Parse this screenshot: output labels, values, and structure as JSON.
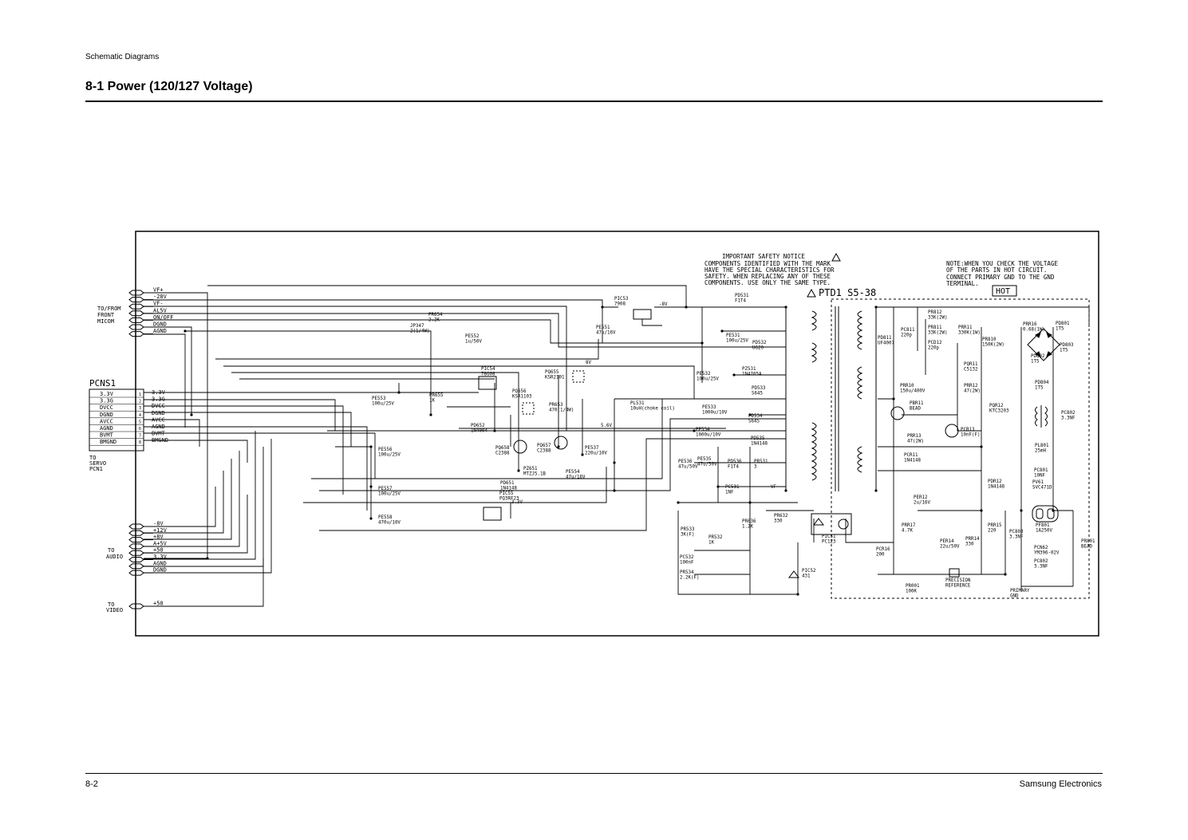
{
  "header": {
    "section": "Schematic Diagrams",
    "title": "8-1  Power (120/127 Voltage)"
  },
  "footer": {
    "page": "8-2",
    "company": "Samsung Electronics"
  },
  "notices": {
    "safety": [
      "IMPORTANT SAFETY NOTICE",
      "COMPONENTS IDENTIFIED WITH THE MARK",
      "HAVE THE SPECIAL CHARACTERISTICS FOR",
      "SAFETY. WHEN REPLACING ANY OF THESE",
      "COMPONENTS. USE ONLY THE SAME TYPE."
    ],
    "hot_note": [
      "NOTE:WHEN YOU CHECK THE VOLTAGE",
      "OF THE PARTS IN HOT CIRCUIT.",
      "CONNECT PRIMARY GND TO THE GND",
      "TERMINAL."
    ],
    "hot_label": "HOT"
  },
  "transformer": {
    "name": "PTD1 S5-38"
  },
  "connectors": {
    "front": {
      "label": [
        "TO/FROM",
        "FRONT",
        "MICOM"
      ],
      "pins": [
        "VF+",
        "-28V",
        "VF-",
        "AL5V",
        "ON/OFF",
        "DGND",
        "AGND"
      ]
    },
    "pcns1": {
      "name": "PCNS1",
      "pins": [
        "3.3V",
        "3.3G",
        "DVCC",
        "DGND",
        "AVCC",
        "AGND",
        "BVMT",
        "BMGND"
      ],
      "nums": [
        "1",
        "2",
        "3",
        "4",
        "5",
        "6",
        "7",
        "8"
      ],
      "right_labels": [
        "3.3V",
        "3.3G",
        "DVCC",
        "DGND",
        "AVCC",
        "AGND",
        "BVMT",
        "BMGND"
      ],
      "to": [
        "TO",
        "SERVO",
        "PCN1"
      ]
    },
    "audio": {
      "label": [
        "TO",
        "AUDIO"
      ],
      "pins": [
        "-8V",
        "+12V",
        "+8V",
        "A+5V",
        "+50",
        "3.3V",
        "AGND",
        "DGND"
      ]
    },
    "video": {
      "label": [
        "TO",
        "VIDEO"
      ],
      "pins": [
        "+50"
      ]
    }
  },
  "parts": [
    {
      "t": [
        "PIC53",
        "7908"
      ]
    },
    {
      "t": [
        "-8V"
      ]
    },
    {
      "t": [
        "PR654",
        "2.2K"
      ]
    },
    {
      "t": [
        "PE552",
        "1u/50V"
      ]
    },
    {
      "t": [
        "PE551",
        "47u/16V"
      ]
    },
    {
      "t": [
        "JP347",
        "2(1/4W)"
      ]
    },
    {
      "t": [
        "PIC54",
        "78G08"
      ]
    },
    {
      "t": [
        "8V"
      ]
    },
    {
      "t": [
        "PQ655",
        "KSR2101"
      ]
    },
    {
      "t": [
        "PE553",
        "100u/25V"
      ]
    },
    {
      "t": [
        "PR655",
        "1K"
      ]
    },
    {
      "t": [
        "PQ656",
        "KSR1103"
      ]
    },
    {
      "t": [
        "PR653",
        "470(1/4W)"
      ]
    },
    {
      "t": [
        "PD652",
        "1N4004"
      ]
    },
    {
      "t": [
        "PQ658",
        "C2388"
      ]
    },
    {
      "t": [
        "PQ657",
        "C2388"
      ]
    },
    {
      "t": [
        "PE537",
        "220u/10V"
      ]
    },
    {
      "t": [
        "5.6V"
      ]
    },
    {
      "t": [
        "PE556",
        "100u/25V"
      ]
    },
    {
      "t": [
        "PZ651",
        "MTZJ5.1B"
      ]
    },
    {
      "t": [
        "PE554",
        "47u/16V"
      ]
    },
    {
      "t": [
        "PD651",
        "1N4148"
      ]
    },
    {
      "t": [
        "PE557",
        "100u/25V"
      ]
    },
    {
      "t": [
        "PIC55",
        "PQ3RF23"
      ]
    },
    {
      "t": [
        "3.3V"
      ]
    },
    {
      "t": [
        "PE558",
        "470u/10V"
      ]
    },
    {
      "t": [
        "PD531",
        "F1T4"
      ]
    },
    {
      "t": [
        "PE531",
        "100u/25V"
      ]
    },
    {
      "t": [
        "PD532",
        "UG20"
      ]
    },
    {
      "t": [
        "PE532",
        "100u/25V"
      ]
    },
    {
      "t": [
        "PZ531",
        "1N4705A"
      ]
    },
    {
      "t": [
        "PD533",
        "S645"
      ]
    },
    {
      "t": [
        "PE533",
        "1000u/10V"
      ]
    },
    {
      "t": [
        "PL531",
        "10uH(choke coil)"
      ]
    },
    {
      "t": [
        "PD534",
        "S645"
      ]
    },
    {
      "t": [
        "PE534",
        "1000u/10V"
      ]
    },
    {
      "t": [
        "PD535",
        "1N4148"
      ]
    },
    {
      "t": [
        "PE535",
        "47u/50V"
      ]
    },
    {
      "t": [
        "PD536",
        "F1T4"
      ]
    },
    {
      "t": [
        "PR531",
        "3"
      ]
    },
    {
      "t": [
        "PC531",
        "1NF"
      ]
    },
    {
      "t": [
        "VF-"
      ]
    },
    {
      "t": [
        "PE536",
        "47u/50V"
      ]
    },
    {
      "t": [
        "PR533",
        "3K(F)"
      ]
    },
    {
      "t": [
        "PR532",
        "1K"
      ]
    },
    {
      "t": [
        "PC532",
        "100nF"
      ]
    },
    {
      "t": [
        "PR534",
        "2.2K(F)"
      ]
    },
    {
      "t": [
        "PR636",
        "1.2K"
      ]
    },
    {
      "t": [
        "PR632",
        "330"
      ]
    },
    {
      "t": [
        "PIC52",
        "431"
      ]
    },
    {
      "t": [
        "PIC51",
        "PC123"
      ]
    },
    {
      "t": [
        "PR812",
        "33K(2W)"
      ]
    },
    {
      "t": [
        "PR811",
        "33K(2W)"
      ]
    },
    {
      "t": [
        "PD811",
        "UF4007"
      ]
    },
    {
      "t": [
        "PC811",
        "220p"
      ]
    },
    {
      "t": [
        "PCD12",
        "220p"
      ]
    },
    {
      "t": [
        "PR810",
        "150K(2W)"
      ]
    },
    {
      "t": [
        "PRR11",
        "330K(1W)"
      ]
    },
    {
      "t": [
        "PRR10",
        "150u/400V"
      ]
    },
    {
      "t": [
        "PBR11",
        "BEAD"
      ]
    },
    {
      "t": [
        "PQR11",
        "C5132"
      ]
    },
    {
      "t": [
        "PRR12",
        "47(2W)"
      ]
    },
    {
      "t": [
        "PRR13",
        "47(2W)"
      ]
    },
    {
      "t": [
        "PCR11",
        "1N4148"
      ]
    },
    {
      "t": [
        "PCR13",
        "10nF(F)"
      ]
    },
    {
      "t": [
        "PQR12",
        "KTC3203"
      ]
    },
    {
      "t": [
        "PER12",
        "2u/16V"
      ]
    },
    {
      "t": [
        "PDR12",
        "1N4148"
      ]
    },
    {
      "t": [
        "PRR14",
        "330"
      ]
    },
    {
      "t": [
        "PRR15",
        "220"
      ]
    },
    {
      "t": [
        "PER14",
        "22u/50V"
      ]
    },
    {
      "t": [
        "PCR16",
        "200"
      ]
    },
    {
      "t": [
        "PRR17",
        "4.7K"
      ]
    },
    {
      "t": [
        "PRR16",
        "0.68(1W)"
      ]
    },
    {
      "t": [
        "PD801",
        "1T5"
      ]
    },
    {
      "t": [
        "PD802",
        "1T5"
      ]
    },
    {
      "t": [
        "PD803",
        "1T5"
      ]
    },
    {
      "t": [
        "PD804",
        "1T5"
      ]
    },
    {
      "t": [
        "PC802",
        "3.3NF"
      ]
    },
    {
      "t": [
        "PL801",
        "25mH"
      ]
    },
    {
      "t": [
        "PC801",
        "10NF"
      ]
    },
    {
      "t": [
        "PV61",
        "SVC471D"
      ]
    },
    {
      "t": [
        "PF801",
        "1A250V"
      ]
    },
    {
      "t": [
        "PCN62",
        "YM396-02V"
      ]
    },
    {
      "t": [
        "PC802",
        "3.3NF"
      ]
    },
    {
      "t": [
        "PC803",
        "3.3NF"
      ]
    },
    {
      "t": [
        "PR801",
        "BEAD"
      ]
    },
    {
      "t": [
        "PR001",
        "100K"
      ]
    },
    {
      "t": [
        "PRECISION",
        "REFERENCE"
      ]
    },
    {
      "t": [
        "PRIMARY",
        "GND"
      ]
    },
    {
      "t": [
        "DGND"
      ]
    }
  ]
}
